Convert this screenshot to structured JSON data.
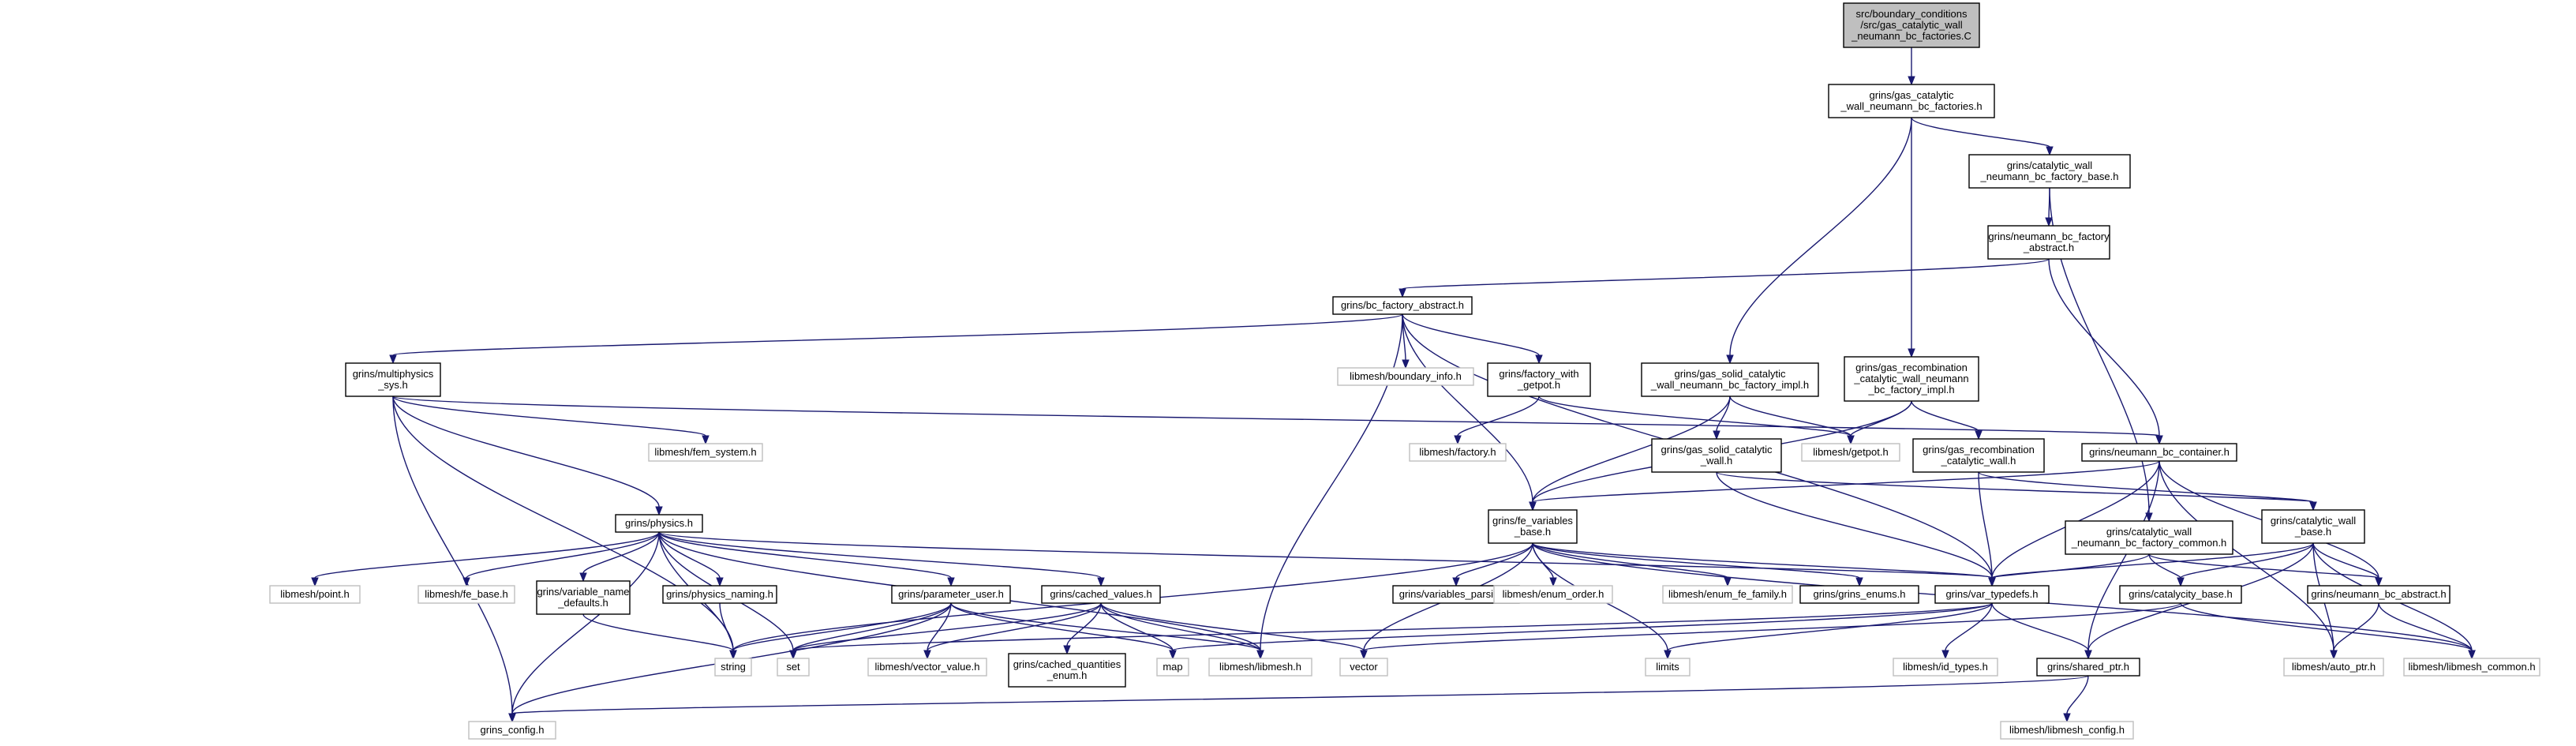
{
  "colors": {
    "edge": "#191970",
    "root_fill": "#bfbfbf",
    "ext_border": "#bfbfbf",
    "node_border": "#000000"
  },
  "nodes": [
    {
      "id": "root",
      "lines": [
        "src/boundary_conditions",
        "/src/gas_catalytic_wall",
        "_neumann_bc_factories.C"
      ],
      "kind": "root"
    },
    {
      "id": "gcw_fac",
      "lines": [
        "grins/gas_catalytic",
        "_wall_neumann_bc_factories.h"
      ],
      "kind": "local"
    },
    {
      "id": "cw_fac_base",
      "lines": [
        "grins/catalytic_wall",
        "_neumann_bc_factory_base.h"
      ],
      "kind": "local"
    },
    {
      "id": "nbc_fac_abs",
      "lines": [
        "grins/neumann_bc_factory",
        "_abstract.h"
      ],
      "kind": "local"
    },
    {
      "id": "bc_fac_abs",
      "lines": [
        "grins/bc_factory_abstract.h"
      ],
      "kind": "local"
    },
    {
      "id": "boundary_info",
      "lines": [
        "libmesh/boundary_info.h"
      ],
      "kind": "ext"
    },
    {
      "id": "fac_getpot",
      "lines": [
        "grins/factory_with",
        "_getpot.h"
      ],
      "kind": "local"
    },
    {
      "id": "gs_impl",
      "lines": [
        "grins/gas_solid_catalytic",
        "_wall_neumann_bc_factory_impl.h"
      ],
      "kind": "local"
    },
    {
      "id": "gr_impl",
      "lines": [
        "grins/gas_recombination",
        "_catalytic_wall_neumann",
        "_bc_factory_impl.h"
      ],
      "kind": "local"
    },
    {
      "id": "multiphys",
      "lines": [
        "grins/multiphysics",
        "_sys.h"
      ],
      "kind": "local"
    },
    {
      "id": "fem_system",
      "lines": [
        "libmesh/fem_system.h"
      ],
      "kind": "ext"
    },
    {
      "id": "lm_factory",
      "lines": [
        "libmesh/factory.h"
      ],
      "kind": "ext"
    },
    {
      "id": "gs_wall",
      "lines": [
        "grins/gas_solid_catalytic",
        "_wall.h"
      ],
      "kind": "local"
    },
    {
      "id": "getpot",
      "lines": [
        "libmesh/getpot.h"
      ],
      "kind": "ext"
    },
    {
      "id": "gr_wall",
      "lines": [
        "grins/gas_recombination",
        "_catalytic_wall.h"
      ],
      "kind": "local"
    },
    {
      "id": "nbc_container",
      "lines": [
        "grins/neumann_bc_container.h"
      ],
      "kind": "local"
    },
    {
      "id": "physics",
      "lines": [
        "grins/physics.h"
      ],
      "kind": "local"
    },
    {
      "id": "fe_vars",
      "lines": [
        "grins/fe_variables",
        "_base.h"
      ],
      "kind": "local"
    },
    {
      "id": "cw_common",
      "lines": [
        "grins/catalytic_wall",
        "_neumann_bc_factory_common.h"
      ],
      "kind": "local"
    },
    {
      "id": "cw_base",
      "lines": [
        "grins/catalytic_wall",
        "_base.h"
      ],
      "kind": "local"
    },
    {
      "id": "lm_point",
      "lines": [
        "libmesh/point.h"
      ],
      "kind": "ext"
    },
    {
      "id": "lm_fe_base",
      "lines": [
        "libmesh/fe_base.h"
      ],
      "kind": "ext"
    },
    {
      "id": "var_name_def",
      "lines": [
        "grins/variable_name",
        "_defaults.h"
      ],
      "kind": "local"
    },
    {
      "id": "phys_naming",
      "lines": [
        "grins/physics_naming.h"
      ],
      "kind": "local"
    },
    {
      "id": "param_user",
      "lines": [
        "grins/parameter_user.h"
      ],
      "kind": "local"
    },
    {
      "id": "cached_values",
      "lines": [
        "grins/cached_values.h"
      ],
      "kind": "local"
    },
    {
      "id": "vars_parsing",
      "lines": [
        "grins/variables_parsing.h"
      ],
      "kind": "local"
    },
    {
      "id": "enum_order",
      "lines": [
        "libmesh/enum_order.h"
      ],
      "kind": "ext"
    },
    {
      "id": "enum_fe_family",
      "lines": [
        "libmesh/enum_fe_family.h"
      ],
      "kind": "ext"
    },
    {
      "id": "grins_enums",
      "lines": [
        "grins/grins_enums.h"
      ],
      "kind": "local"
    },
    {
      "id": "var_typedefs",
      "lines": [
        "grins/var_typedefs.h"
      ],
      "kind": "local"
    },
    {
      "id": "catalycity",
      "lines": [
        "grins/catalycity_base.h"
      ],
      "kind": "local"
    },
    {
      "id": "nbc_abstract",
      "lines": [
        "grins/neumann_bc_abstract.h"
      ],
      "kind": "local"
    },
    {
      "id": "string",
      "lines": [
        "string"
      ],
      "kind": "ext"
    },
    {
      "id": "set",
      "lines": [
        "set"
      ],
      "kind": "ext"
    },
    {
      "id": "vector_value",
      "lines": [
        "libmesh/vector_value.h"
      ],
      "kind": "ext"
    },
    {
      "id": "cq_enum",
      "lines": [
        "grins/cached_quantities",
        "_enum.h"
      ],
      "kind": "local"
    },
    {
      "id": "map",
      "lines": [
        "map"
      ],
      "kind": "ext"
    },
    {
      "id": "lm_libmesh",
      "lines": [
        "libmesh/libmesh.h"
      ],
      "kind": "ext"
    },
    {
      "id": "vector",
      "lines": [
        "vector"
      ],
      "kind": "ext"
    },
    {
      "id": "limits",
      "lines": [
        "limits"
      ],
      "kind": "ext"
    },
    {
      "id": "id_types",
      "lines": [
        "libmesh/id_types.h"
      ],
      "kind": "ext"
    },
    {
      "id": "shared_ptr",
      "lines": [
        "grins/shared_ptr.h"
      ],
      "kind": "local"
    },
    {
      "id": "auto_ptr",
      "lines": [
        "libmesh/auto_ptr.h"
      ],
      "kind": "ext"
    },
    {
      "id": "lm_common",
      "lines": [
        "libmesh/libmesh_common.h"
      ],
      "kind": "ext"
    },
    {
      "id": "grins_config",
      "lines": [
        "grins_config.h"
      ],
      "kind": "ext"
    },
    {
      "id": "lm_config",
      "lines": [
        "libmesh/libmesh_config.h"
      ],
      "kind": "ext"
    }
  ],
  "edges": [
    [
      "root",
      "gcw_fac"
    ],
    [
      "gcw_fac",
      "cw_fac_base"
    ],
    [
      "gcw_fac",
      "gs_impl"
    ],
    [
      "gcw_fac",
      "gr_impl"
    ],
    [
      "cw_fac_base",
      "nbc_fac_abs"
    ],
    [
      "cw_fac_base",
      "cw_common"
    ],
    [
      "nbc_fac_abs",
      "bc_fac_abs"
    ],
    [
      "nbc_fac_abs",
      "nbc_container"
    ],
    [
      "bc_fac_abs",
      "multiphys"
    ],
    [
      "bc_fac_abs",
      "boundary_info"
    ],
    [
      "bc_fac_abs",
      "fac_getpot"
    ],
    [
      "bc_fac_abs",
      "fe_vars"
    ],
    [
      "bc_fac_abs",
      "lm_libmesh"
    ],
    [
      "bc_fac_abs",
      "var_typedefs"
    ],
    [
      "fac_getpot",
      "lm_factory"
    ],
    [
      "fac_getpot",
      "getpot"
    ],
    [
      "gs_impl",
      "gs_wall"
    ],
    [
      "gs_impl",
      "getpot"
    ],
    [
      "gs_impl",
      "fe_vars"
    ],
    [
      "gr_impl",
      "gr_wall"
    ],
    [
      "gr_impl",
      "getpot"
    ],
    [
      "gr_impl",
      "fe_vars"
    ],
    [
      "multiphys",
      "fem_system"
    ],
    [
      "multiphys",
      "physics"
    ],
    [
      "multiphys",
      "nbc_container"
    ],
    [
      "multiphys",
      "string"
    ],
    [
      "multiphys",
      "grins_config"
    ],
    [
      "gs_wall",
      "var_typedefs"
    ],
    [
      "gs_wall",
      "cw_base"
    ],
    [
      "gr_wall",
      "var_typedefs"
    ],
    [
      "gr_wall",
      "cw_base"
    ],
    [
      "nbc_container",
      "fe_vars"
    ],
    [
      "nbc_container",
      "var_typedefs"
    ],
    [
      "nbc_container",
      "nbc_abstract"
    ],
    [
      "nbc_container",
      "shared_ptr"
    ],
    [
      "nbc_container",
      "auto_ptr"
    ],
    [
      "physics",
      "lm_point"
    ],
    [
      "physics",
      "lm_fe_base"
    ],
    [
      "physics",
      "var_name_def"
    ],
    [
      "physics",
      "phys_naming"
    ],
    [
      "physics",
      "param_user"
    ],
    [
      "physics",
      "cached_values"
    ],
    [
      "physics",
      "string"
    ],
    [
      "physics",
      "set"
    ],
    [
      "physics",
      "lm_libmesh"
    ],
    [
      "physics",
      "var_typedefs"
    ],
    [
      "physics",
      "grins_config"
    ],
    [
      "fe_vars",
      "vars_parsing"
    ],
    [
      "fe_vars",
      "enum_order"
    ],
    [
      "fe_vars",
      "enum_fe_family"
    ],
    [
      "fe_vars",
      "grins_enums"
    ],
    [
      "fe_vars",
      "var_typedefs"
    ],
    [
      "fe_vars",
      "string"
    ],
    [
      "fe_vars",
      "vector"
    ],
    [
      "fe_vars",
      "limits"
    ],
    [
      "fe_vars",
      "lm_common"
    ],
    [
      "cw_common",
      "var_typedefs"
    ],
    [
      "cw_common",
      "catalycity"
    ],
    [
      "cw_common",
      "nbc_abstract"
    ],
    [
      "cw_base",
      "var_typedefs"
    ],
    [
      "cw_base",
      "catalycity"
    ],
    [
      "cw_base",
      "nbc_abstract"
    ],
    [
      "cw_base",
      "shared_ptr"
    ],
    [
      "cw_base",
      "auto_ptr"
    ],
    [
      "cw_base",
      "lm_common"
    ],
    [
      "var_name_def",
      "string"
    ],
    [
      "phys_naming",
      "string"
    ],
    [
      "param_user",
      "string"
    ],
    [
      "param_user",
      "set"
    ],
    [
      "param_user",
      "map"
    ],
    [
      "param_user",
      "vector_value"
    ],
    [
      "param_user",
      "lm_libmesh"
    ],
    [
      "param_user",
      "grins_config"
    ],
    [
      "cached_values",
      "cq_enum"
    ],
    [
      "cached_values",
      "map"
    ],
    [
      "cached_values",
      "vector"
    ],
    [
      "cached_values",
      "set"
    ],
    [
      "cached_values",
      "vector_value"
    ],
    [
      "cached_values",
      "lm_libmesh"
    ],
    [
      "var_typedefs",
      "shared_ptr"
    ],
    [
      "var_typedefs",
      "id_types"
    ],
    [
      "var_typedefs",
      "limits"
    ],
    [
      "var_typedefs",
      "set"
    ],
    [
      "var_typedefs",
      "map"
    ],
    [
      "catalycity",
      "vector"
    ],
    [
      "catalycity",
      "lm_common"
    ],
    [
      "nbc_abstract",
      "auto_ptr"
    ],
    [
      "nbc_abstract",
      "lm_common"
    ],
    [
      "shared_ptr",
      "lm_config"
    ],
    [
      "shared_ptr",
      "grins_config"
    ]
  ]
}
